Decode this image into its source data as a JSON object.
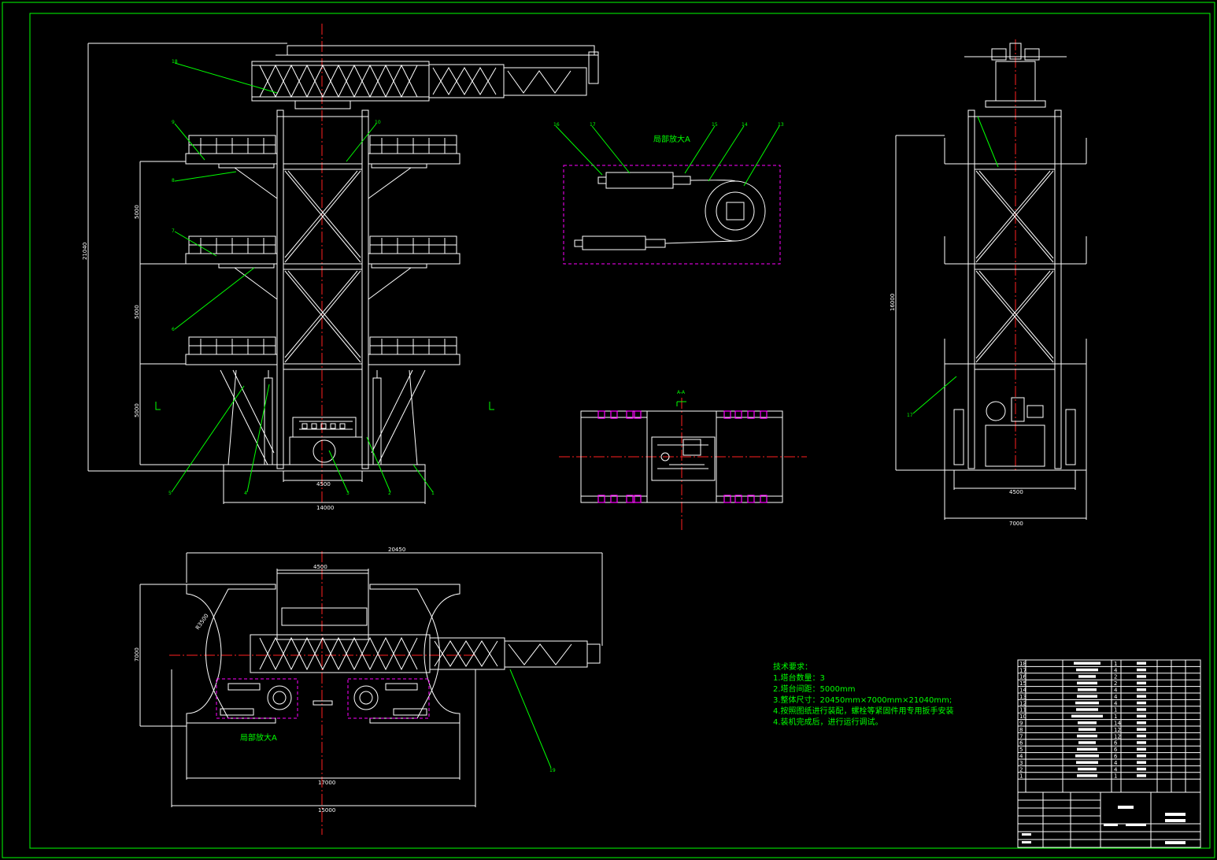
{
  "detail_labels": {
    "detail_a_title": "局部放大A",
    "detail_a_plan": "局部放大A",
    "section_label": "A-A"
  },
  "dimensions": {
    "front_height": "21040",
    "tier_1": "5000",
    "tier_2": "5000",
    "tier_3": "5000",
    "front_inner": "4500",
    "front_base": "14000",
    "side_height": "16000",
    "side_inner": "4500",
    "side_base": "7000",
    "plan_total": "20450",
    "plan_top": "4500",
    "plan_radius": "R3500",
    "plan_left": "7000",
    "plan_inner_bottom": "17000",
    "plan_outer_bottom": "15000"
  },
  "part_numbers": {
    "front_left": [
      "18",
      "9",
      "8",
      "7",
      "6",
      "5",
      "4"
    ],
    "front_right": [
      "10",
      "3",
      "2",
      "1"
    ],
    "front_bottom_mid": "3",
    "detail": [
      "16",
      "17",
      "15",
      "14",
      "13"
    ],
    "side": "17",
    "plan": "19"
  },
  "tech_requirements": {
    "title": "技术要求：",
    "items": [
      "1.塔台数量：3",
      "2.塔台间距：5000mm",
      "3.整体尺寸：20450mm×7000mm×21040mm;",
      "4.按照图纸进行装配，螺栓等紧固件用专用扳手安装",
      "4.装机完成后，进行运行调试。"
    ]
  },
  "bom": {
    "row_numbers": [
      "18",
      "17",
      "16",
      "15",
      "14",
      "13",
      "12",
      "11",
      "10",
      "9",
      "8",
      "7",
      "6",
      "5",
      "4",
      "3",
      "2",
      "1"
    ],
    "quantities": [
      "1",
      "4",
      "2",
      "2",
      "4",
      "4",
      "4",
      "1",
      "1",
      "14",
      "12",
      "12",
      "6",
      "6",
      "6",
      "4",
      "4",
      "1"
    ]
  },
  "colors": {
    "frame": "#00ff00",
    "structure": "#ffffff",
    "centerline": "#ff2020",
    "detail_box": "#ff00ff",
    "background": "#000000"
  }
}
